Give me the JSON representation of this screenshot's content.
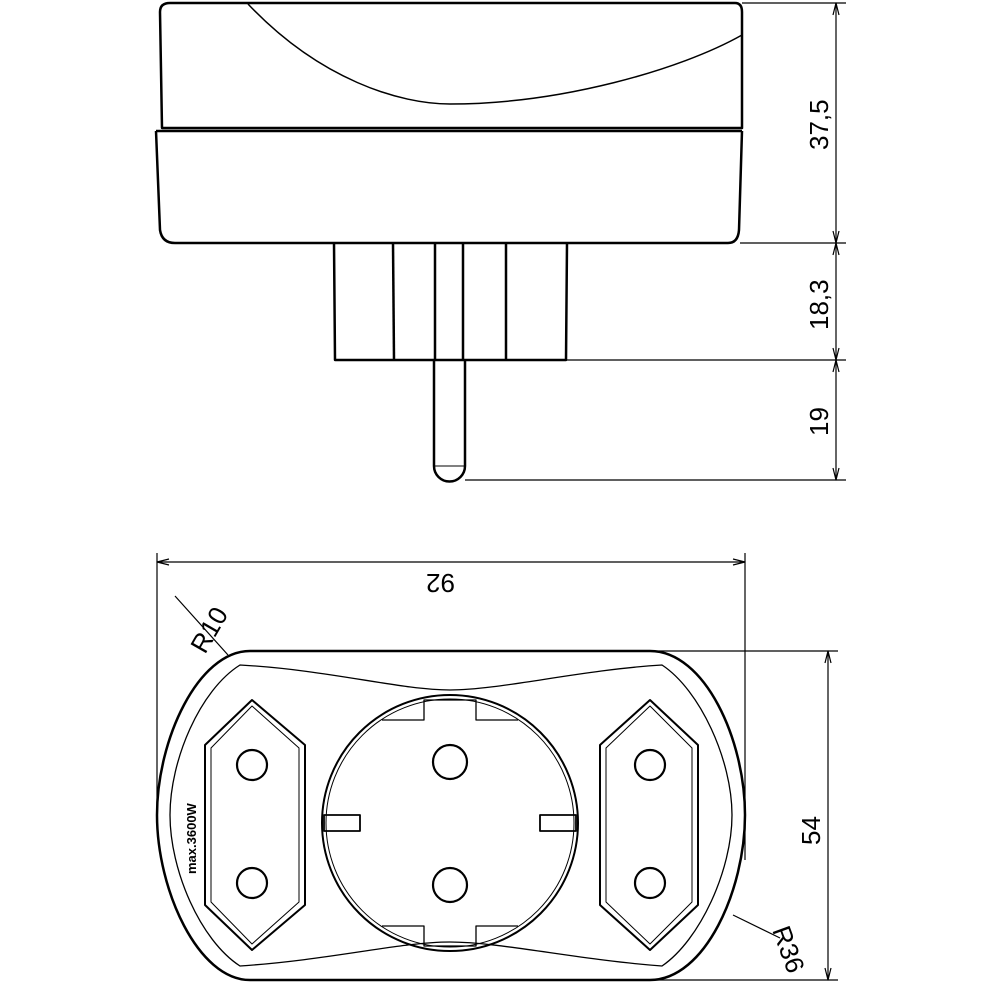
{
  "drawing": {
    "side_view": {
      "dimensions": {
        "body_height": "37,5",
        "plug_base_height": "18,3",
        "pin_length": "19"
      }
    },
    "front_view": {
      "dimensions": {
        "width": "92",
        "height": "54",
        "corner_radius": "R10",
        "side_radius": "R36"
      },
      "marking": "max.3600W"
    },
    "line_color": "#000000"
  }
}
